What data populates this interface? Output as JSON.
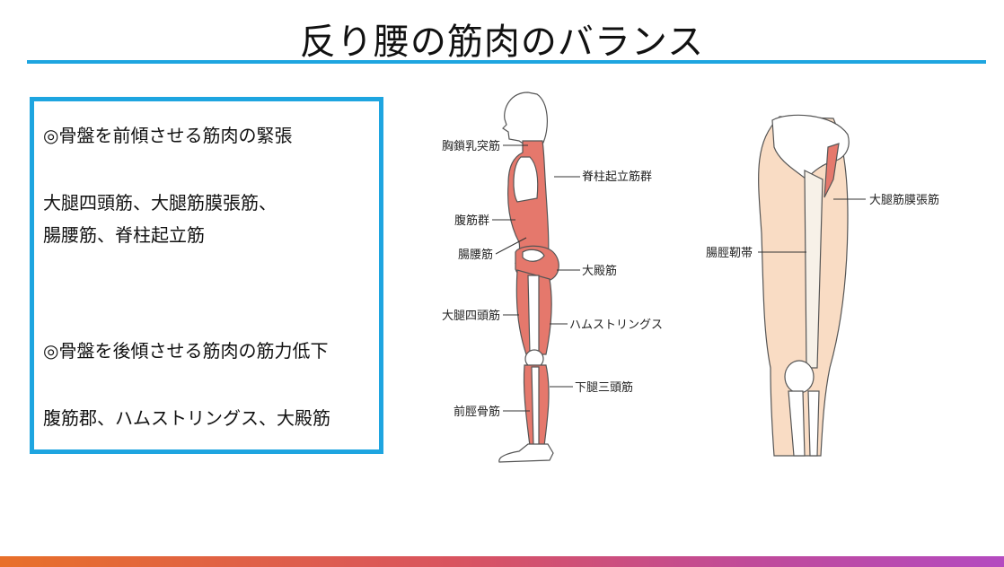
{
  "title": "反り腰の筋肉のバランス",
  "textbox": {
    "heading1": "◎骨盤を前傾させる筋肉の緊張",
    "list1_line1": "大腿四頭筋、大腿筋膜張筋、",
    "list1_line2": "腸腰筋、脊柱起立筋",
    "heading2": "◎骨盤を後傾させる筋肉の筋力低下",
    "list2_line1": "腹筋郡、ハムストリングス、大殿筋"
  },
  "body_labels": {
    "sternocleidomastoid": "胸鎖乳突筋",
    "erector_spinae": "脊柱起立筋群",
    "abdominals": "腹筋群",
    "iliopsoas": "腸腰筋",
    "gluteus_maximus": "大殿筋",
    "quadriceps": "大腿四頭筋",
    "hamstrings": "ハムストリングス",
    "triceps_surae": "下腿三頭筋",
    "tibialis_anterior": "前脛骨筋"
  },
  "leg_labels": {
    "tfl": "大腿筋膜張筋",
    "it_band": "腸脛靭帯"
  },
  "colors": {
    "accent": "#1ea5e0",
    "muscle": "#e5786c",
    "skin": "#f9dcc4",
    "bone": "#ffffff"
  }
}
